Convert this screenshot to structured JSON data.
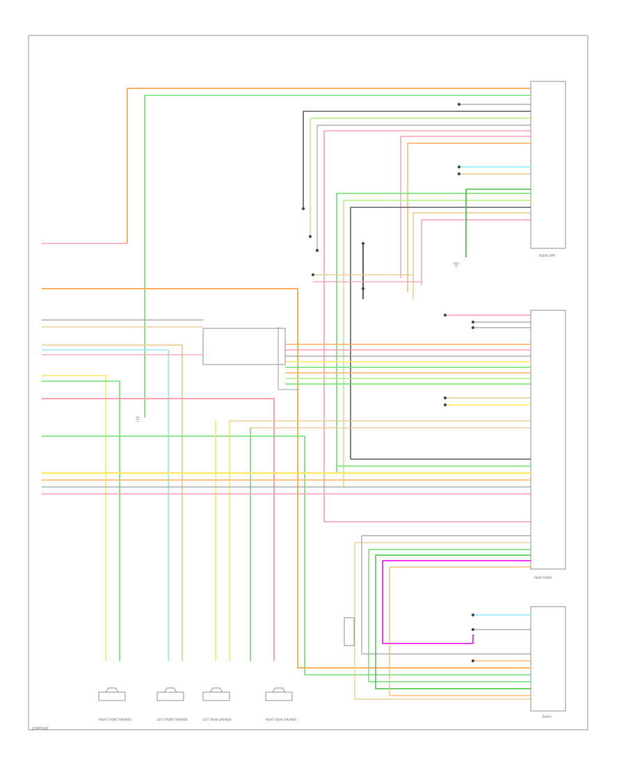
{
  "diagram": {
    "footer_code": "J2065241"
  },
  "colors": {
    "red": "#ff9fb0",
    "orange": "#ffb060",
    "yellow": "#ffe860",
    "green": "#70e070",
    "lgreen": "#b0f080",
    "dgreen": "#40c040",
    "blue": "#90e8ff",
    "gray": "#a0a0a0",
    "dgray": "#606060",
    "purple": "#ee40ee",
    "tan": "#e8c88c",
    "brown": "#c89060",
    "pink": "#ff80c0",
    "black": "#707070"
  },
  "components": [
    {
      "name": "radio-connector-a",
      "text": "AUDIO AMP"
    },
    {
      "name": "radio-connector-b",
      "text": "REAR AUDIO"
    },
    {
      "name": "radio-connector-c",
      "text": "RADIO"
    },
    {
      "name": "speaker-right-front",
      "text": "RIGHT FRONT SPEAKER"
    },
    {
      "name": "speaker-left-front",
      "text": "LEFT FRONT SPEAKER"
    },
    {
      "name": "speaker-left-rear",
      "text": "LEFT REAR SPEAKER"
    },
    {
      "name": "speaker-right-rear",
      "text": "RIGHT REAR SPEAKER"
    }
  ]
}
